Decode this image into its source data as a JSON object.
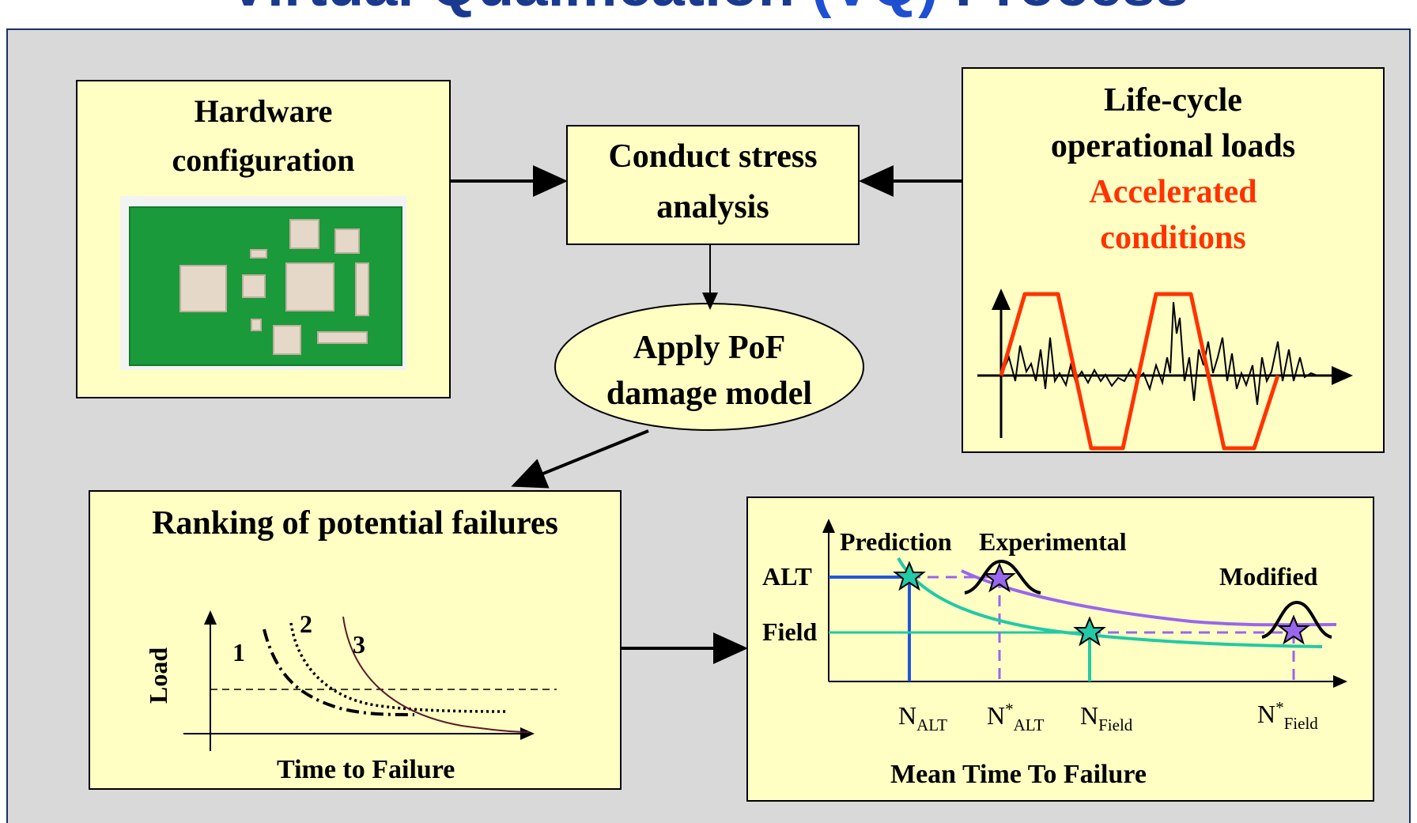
{
  "title": {
    "prefix": "Virtual Qualification",
    "highlight": "(VQ)",
    "suffix": "Process"
  },
  "hardware": {
    "line1": "Hardware",
    "line2": "configuration"
  },
  "stress": {
    "line1": "Conduct stress",
    "line2": "analysis"
  },
  "lifecycle": {
    "line1": "Life-cycle",
    "line2": "operational loads",
    "accel1": "Accelerated",
    "accel2": "conditions"
  },
  "pof": {
    "line1": "Apply PoF",
    "line2": "damage model"
  },
  "ranking": {
    "title": "Ranking of potential failures",
    "ylabel": "Load",
    "xlabel": "Time to Failure",
    "curve_labels": [
      "1",
      "2",
      "3"
    ]
  },
  "mttf": {
    "legend_prediction": "Prediction",
    "legend_experimental": "Experimental",
    "modified": "Modified",
    "alt": "ALT",
    "field": "Field",
    "xlabel": "Mean Time To Failure",
    "ticks": [
      {
        "base": "N",
        "sup": "",
        "sub": "ALT"
      },
      {
        "base": "N",
        "sup": "*",
        "sub": "ALT"
      },
      {
        "base": "N",
        "sup": "",
        "sub": "Field"
      },
      {
        "base": "N",
        "sup": "*",
        "sub": "Field"
      }
    ]
  },
  "colors": {
    "accent_red": "#ff3300",
    "green_board": "#1a9a3a",
    "prediction": "#22c9a6",
    "experimental": "#9966ee",
    "alt_line": "#2255dd"
  }
}
